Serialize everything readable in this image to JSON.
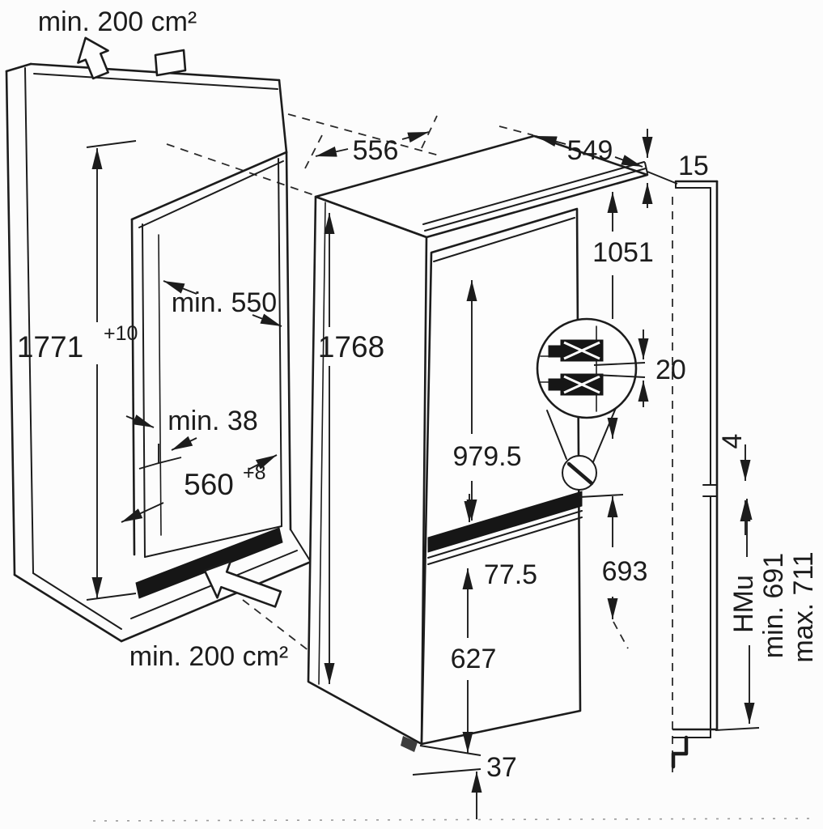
{
  "diagram": {
    "type": "appliance-installation-drawing",
    "subject": "built-in fridge-freezer niche and appliance dimensions",
    "units": "mm (areas in cm²)",
    "colors": {
      "line": "#1c1c1c",
      "background": "#fcfcfc"
    },
    "labels": {
      "top_vent": "min. 200 cm²",
      "bottom_vent": "min. 200 cm²",
      "niche_height": "1771",
      "niche_height_tol": "+10",
      "niche_depth": "min. 550",
      "niche_side_gap": "min. 38",
      "niche_width": "560",
      "niche_width_tol": "+8",
      "appliance_width": "556",
      "appliance_height": "1768",
      "appliance_depth": "549",
      "top_clearance": "15",
      "upper_panel_height": "1051",
      "hinge_gap": "20",
      "upper_door_height": "979.5",
      "door_split_gap": "77.5",
      "lower_panel_height": "693",
      "lower_door_height": "627",
      "bottom_clearance": "37",
      "panel_joint_gap": "4",
      "hmu_label": "HMu",
      "hmu_min": "min. 691",
      "hmu_max": "max. 711"
    }
  }
}
